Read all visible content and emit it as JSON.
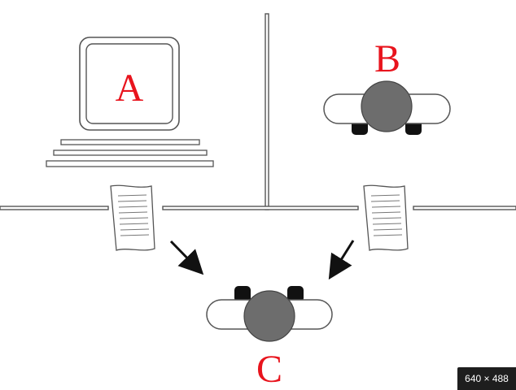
{
  "labels": {
    "computer": "A",
    "human_b": "B",
    "interrogator": "C"
  },
  "badge": {
    "dimensions": "640 × 488"
  },
  "colors": {
    "label_red": "#e8141d",
    "head_gray": "#6d6d6d",
    "shoe_black": "#111111",
    "line_gray": "#555555"
  }
}
